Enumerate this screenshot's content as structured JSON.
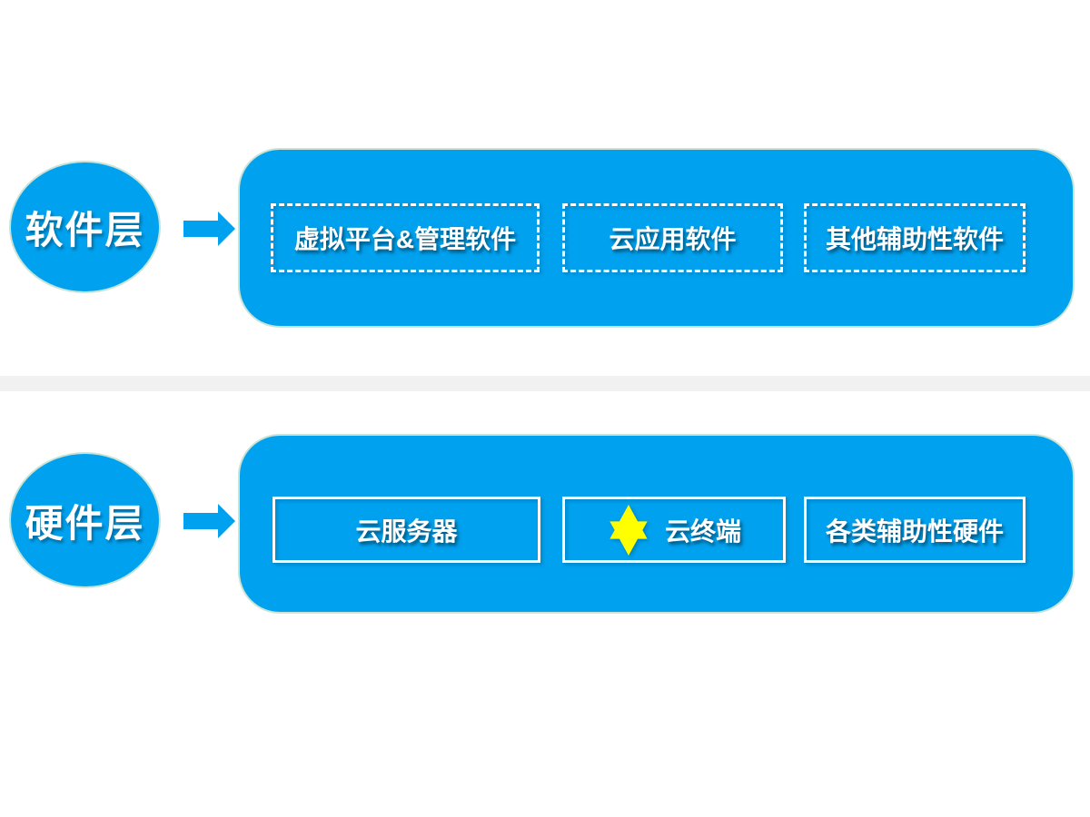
{
  "colors": {
    "accent": "#00A2F0",
    "shape_halo": "#C9E4D6",
    "star": "#FFFF00",
    "divider": "#F1F1F1",
    "text": "#FFFFFF"
  },
  "layers": [
    {
      "id": "software",
      "label": "软件层",
      "arrow_icon": "right-arrow-icon",
      "items": [
        {
          "label": "虚拟平台&管理软件",
          "border": "dashed"
        },
        {
          "label": "云应用软件",
          "border": "dashed"
        },
        {
          "label": "其他辅助性软件",
          "border": "dashed"
        }
      ]
    },
    {
      "id": "hardware",
      "label": "硬件层",
      "arrow_icon": "right-arrow-icon",
      "items": [
        {
          "label": "云服务器",
          "border": "solid"
        },
        {
          "label": "云终端",
          "border": "solid",
          "icon": "six-pointed-star-icon"
        },
        {
          "label": "各类辅助性硬件",
          "border": "solid"
        }
      ]
    }
  ]
}
